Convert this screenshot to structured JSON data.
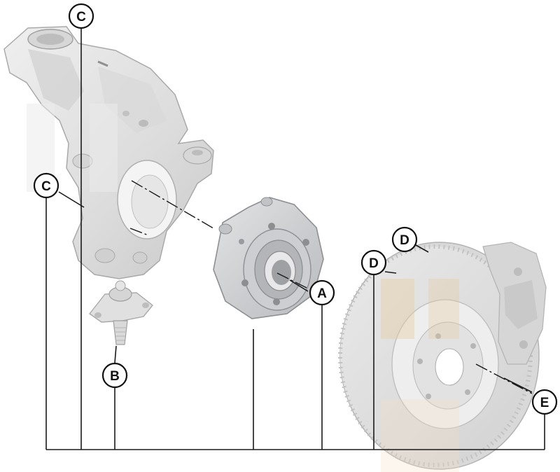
{
  "callouts": {
    "A": "A",
    "B": "B",
    "C_top": "C",
    "C_left": "C",
    "D_upper": "D",
    "D_lower": "D",
    "E": "E"
  },
  "colors": {
    "part_fill": "#e4e4e4",
    "part_shade": "#c8c8c8",
    "part_edge": "#a9a9a9",
    "hub_fill": "#cfd0d2",
    "watermark_amber": "#e7c99a",
    "line": "#1a1a1a"
  }
}
